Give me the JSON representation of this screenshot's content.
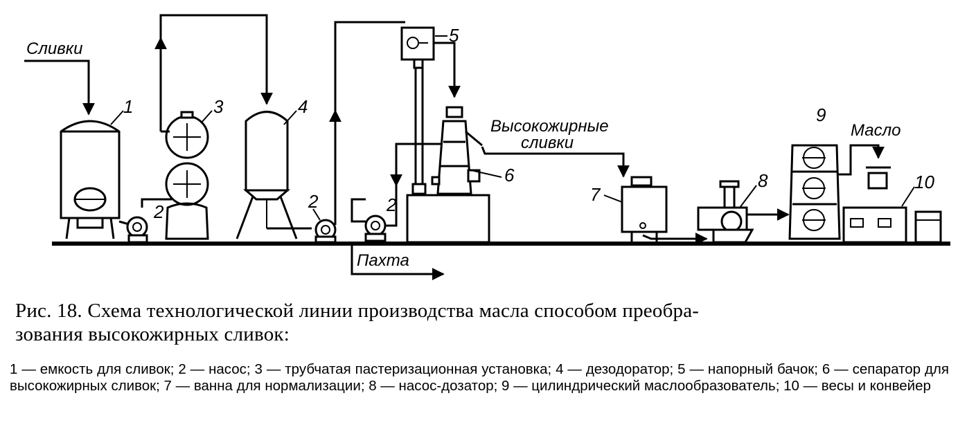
{
  "diagram": {
    "input_label": "Сливки",
    "high_fat_label_line1": "Высокожирные",
    "high_fat_label_line2": "сливки",
    "buttermilk_label": "Пахта",
    "butter_label": "Масло",
    "numbers": {
      "n1": "1",
      "n2a": "2",
      "n2b": "2",
      "n2c": "2",
      "n3": "3",
      "n4": "4",
      "n5": "5",
      "n6": "6",
      "n7": "7",
      "n8": "8",
      "n9": "9",
      "n10": "10"
    }
  },
  "caption": {
    "line1": "Рис. 18. Схема технологической линии производства масла способом преобра-",
    "line2": "зования высокожирных сливок:"
  },
  "legend": {
    "text": "1 — емкость для сливок; 2 — насос; 3 — трубчатая пастеризационная установка; 4 — дезодоратор; 5 — напорный бачок; 6 — сепаратор для высокожирных сливок; 7 — ванна для нормализации; 8 — насос-дозатор; 9 — цилиндрический маслообразователь; 10 — весы и конвейер"
  }
}
